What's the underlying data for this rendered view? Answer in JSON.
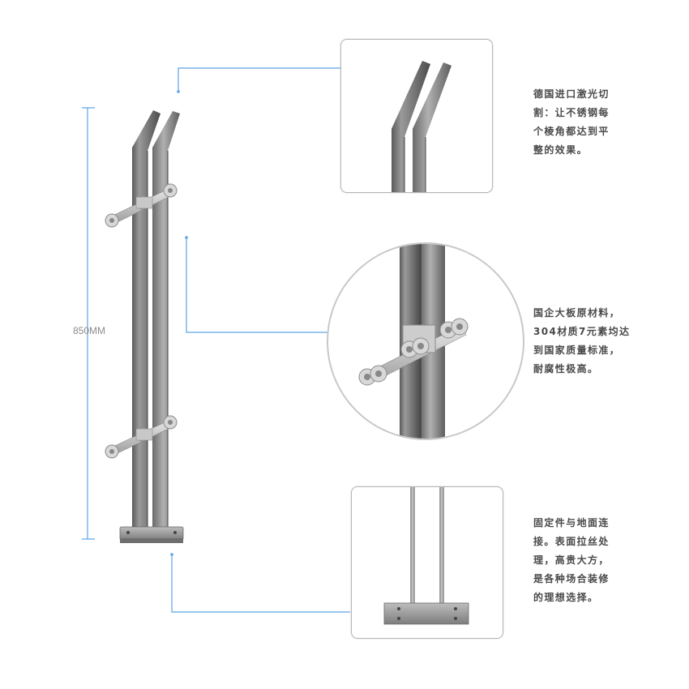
{
  "dimension": {
    "label": "850MM"
  },
  "accent_color": "#5aa3e6",
  "callouts": [
    {
      "text": "德国进口激光切\n割：让不锈钢每\n个棱角都达到平\n整的效果。"
    },
    {
      "text": "国企大板原材料，\n304材质7元素均达\n到国家质量标准，\n耐腐性极高。"
    },
    {
      "text": "固定件与地面连\n接。表面拉丝处\n理，高贵大方，\n是各种场合装修\n的理想选择。"
    }
  ]
}
